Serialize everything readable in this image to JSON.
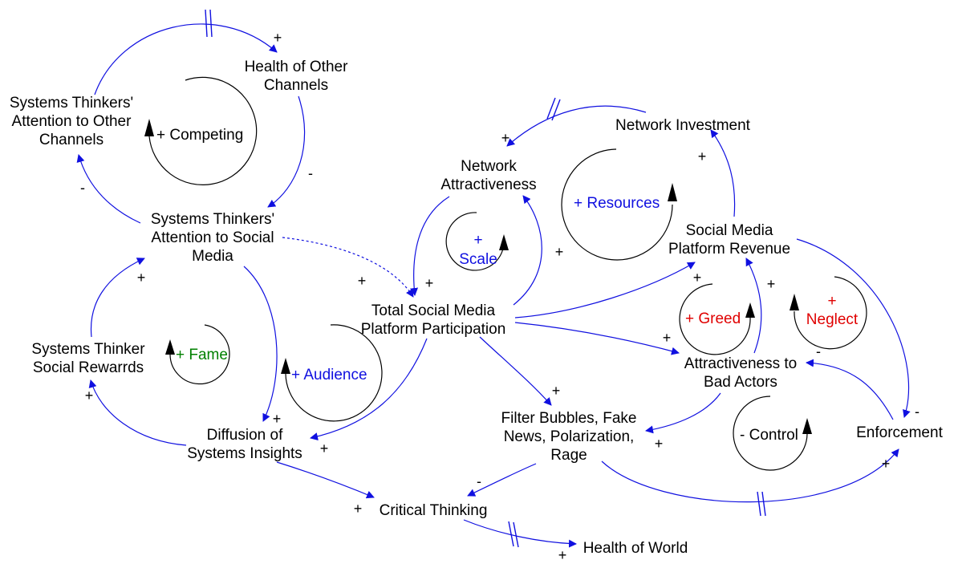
{
  "colors": {
    "link": "#1010e0",
    "black": "#000000",
    "blue": "#1010e0",
    "red": "#e00000",
    "green": "#008000"
  },
  "variables": {
    "health_other_1": "Health of Other",
    "health_other_2": "Channels",
    "attn_other_1": "Systems Thinkers'",
    "attn_other_2": "Attention to Other",
    "attn_other_3": "Channels",
    "attn_social_1": "Systems Thinkers'",
    "attn_social_2": "Attention to Social",
    "attn_social_3": "Media",
    "rewards_1": "Systems Thinker",
    "rewards_2": "Social Rewarrds",
    "diffusion_1": "Diffusion of",
    "diffusion_2": "Systems Insights",
    "critical": "Critical Thinking",
    "world": "Health of World",
    "network_attr_1": "Network",
    "network_attr_2": "Attractiveness",
    "network_inv": "Network Investment",
    "participation_1": "Total Social Media",
    "participation_2": "Platform Participation",
    "revenue_1": "Social Media",
    "revenue_2": "Platform Revenue",
    "bad_actors_1": "Attractiveness to",
    "bad_actors_2": "Bad Actors",
    "filter_1": "Filter Bubbles, Fake",
    "filter_2": "News, Polarization,",
    "filter_3": "Rage",
    "enforcement": "Enforcement"
  },
  "loops": {
    "competing": "+ Competing",
    "fame": "+ Fame",
    "audience": "+ Audience",
    "scale_1": "+",
    "scale_2": "Scale",
    "resources": "+ Resources",
    "greed": "+ Greed",
    "neglect_1": "+",
    "neglect_2": "Neglect",
    "control": "- Control"
  },
  "polarities": {
    "p1": "+",
    "p2": "-",
    "p3": "-",
    "p4": "+",
    "p5": "+",
    "p6": "+",
    "p7": "+",
    "p8": "+",
    "p9": "+",
    "p10": "+",
    "p11": "+",
    "p12": "+",
    "p13": "+",
    "p14": "+",
    "p15": "+",
    "p16": "+",
    "p17": "+",
    "p18": "+",
    "p19": "+",
    "p20": "-",
    "p21": "-",
    "p22": "+",
    "p23": "-",
    "p24": "+",
    "p25": "+"
  }
}
